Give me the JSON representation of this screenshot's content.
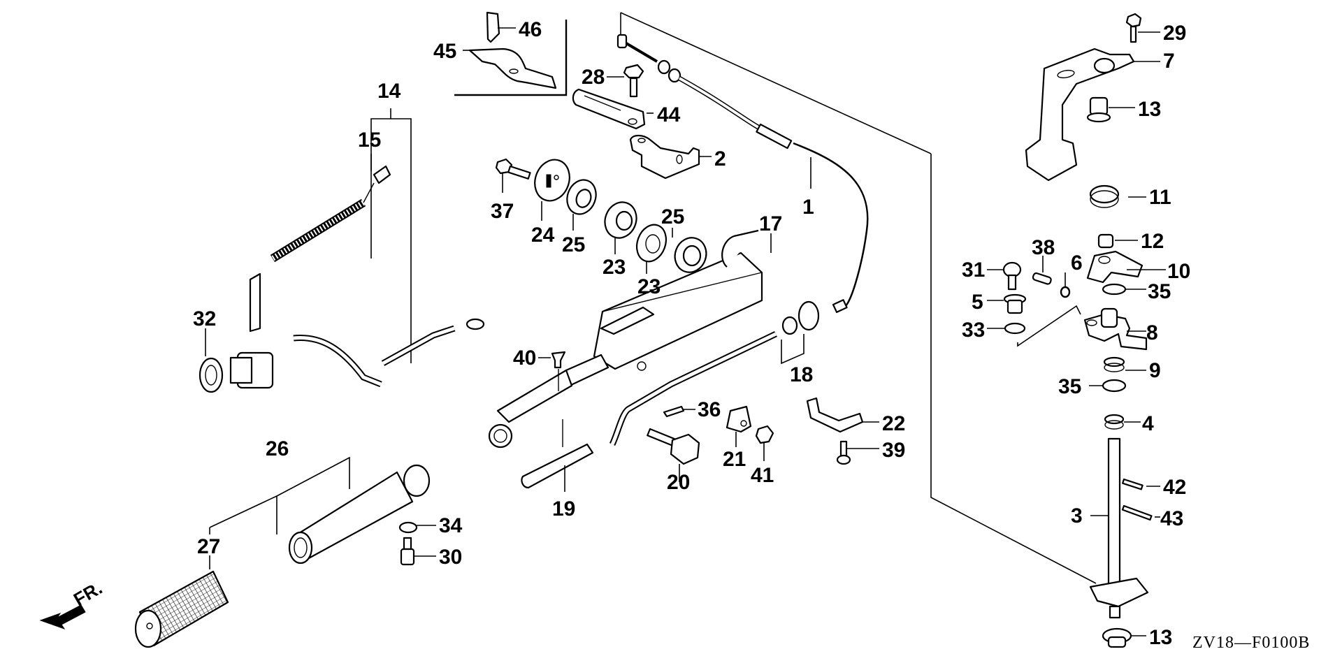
{
  "diagram": {
    "title": "Tiller handle / throttle shift parts exploded view",
    "drawing_code": "ZV18—F0100B",
    "direction_indicator": "FR.",
    "callouts": [
      {
        "id": "c1",
        "label": "1"
      },
      {
        "id": "c2",
        "label": "2"
      },
      {
        "id": "c3",
        "label": "3"
      },
      {
        "id": "c4",
        "label": "4"
      },
      {
        "id": "c5",
        "label": "5"
      },
      {
        "id": "c6",
        "label": "6"
      },
      {
        "id": "c7",
        "label": "7"
      },
      {
        "id": "c8",
        "label": "8"
      },
      {
        "id": "c9",
        "label": "9"
      },
      {
        "id": "c10",
        "label": "10"
      },
      {
        "id": "c11",
        "label": "11"
      },
      {
        "id": "c12",
        "label": "12"
      },
      {
        "id": "c13a",
        "label": "13"
      },
      {
        "id": "c13b",
        "label": "13"
      },
      {
        "id": "c14",
        "label": "14"
      },
      {
        "id": "c15",
        "label": "15"
      },
      {
        "id": "c17",
        "label": "17"
      },
      {
        "id": "c18",
        "label": "18"
      },
      {
        "id": "c19",
        "label": "19"
      },
      {
        "id": "c20",
        "label": "20"
      },
      {
        "id": "c21",
        "label": "21"
      },
      {
        "id": "c22",
        "label": "22"
      },
      {
        "id": "c23a",
        "label": "23"
      },
      {
        "id": "c23b",
        "label": "23"
      },
      {
        "id": "c24",
        "label": "24"
      },
      {
        "id": "c25a",
        "label": "25"
      },
      {
        "id": "c25b",
        "label": "25"
      },
      {
        "id": "c26",
        "label": "26"
      },
      {
        "id": "c27",
        "label": "27"
      },
      {
        "id": "c28",
        "label": "28"
      },
      {
        "id": "c29",
        "label": "29"
      },
      {
        "id": "c30",
        "label": "30"
      },
      {
        "id": "c31",
        "label": "31"
      },
      {
        "id": "c32",
        "label": "32"
      },
      {
        "id": "c33",
        "label": "33"
      },
      {
        "id": "c34",
        "label": "34"
      },
      {
        "id": "c35a",
        "label": "35"
      },
      {
        "id": "c35b",
        "label": "35"
      },
      {
        "id": "c36",
        "label": "36"
      },
      {
        "id": "c37",
        "label": "37"
      },
      {
        "id": "c38",
        "label": "38"
      },
      {
        "id": "c39",
        "label": "39"
      },
      {
        "id": "c40",
        "label": "40"
      },
      {
        "id": "c41",
        "label": "41"
      },
      {
        "id": "c42",
        "label": "42"
      },
      {
        "id": "c43",
        "label": "43"
      },
      {
        "id": "c44",
        "label": "44"
      },
      {
        "id": "c45",
        "label": "45"
      },
      {
        "id": "c46",
        "label": "46"
      }
    ]
  }
}
